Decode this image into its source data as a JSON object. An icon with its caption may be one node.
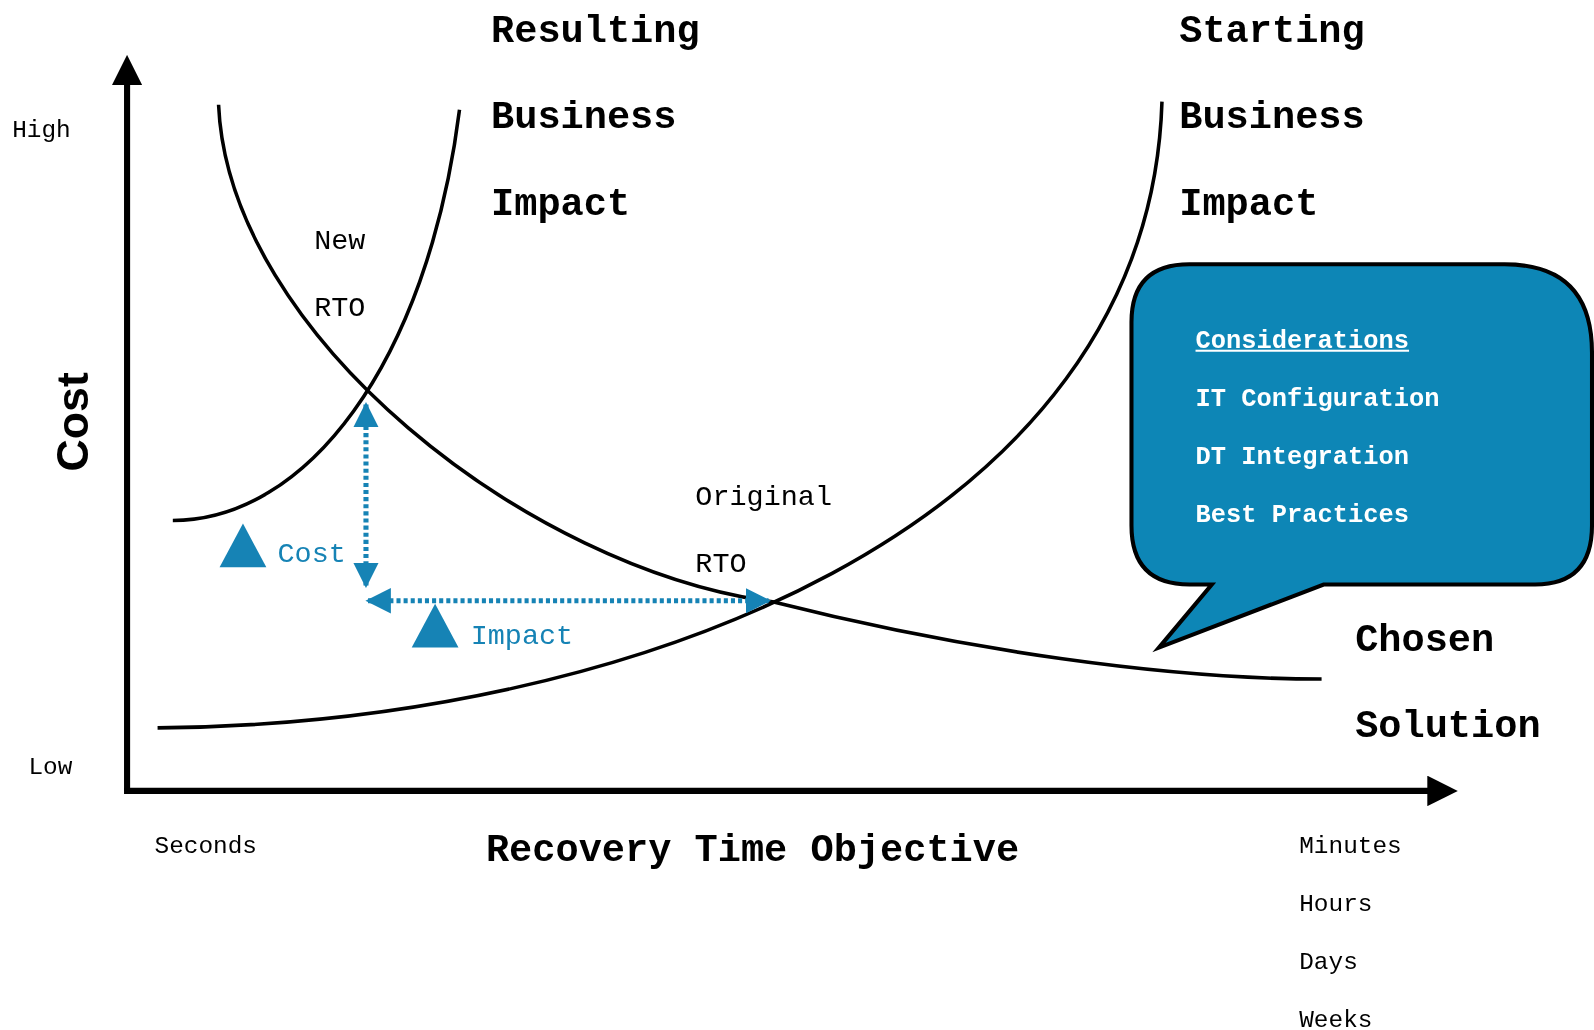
{
  "diagram": {
    "nodes": [
      {
        "text": [
          "Considerations",
          "IT Configuration",
          "DT Integration",
          "Best Practices"
        ]
      }
    ],
    "labels": [
      "Resulting Business Impact",
      "Starting Business Impact",
      "High",
      "Cost",
      "New RTO",
      "Original RTO",
      "Cost",
      "Impact",
      "Chosen Solution",
      "Low",
      "Seconds",
      "Recovery Time Objective",
      "Minutes",
      "Hours",
      "Days",
      "Weeks"
    ]
  }
}
